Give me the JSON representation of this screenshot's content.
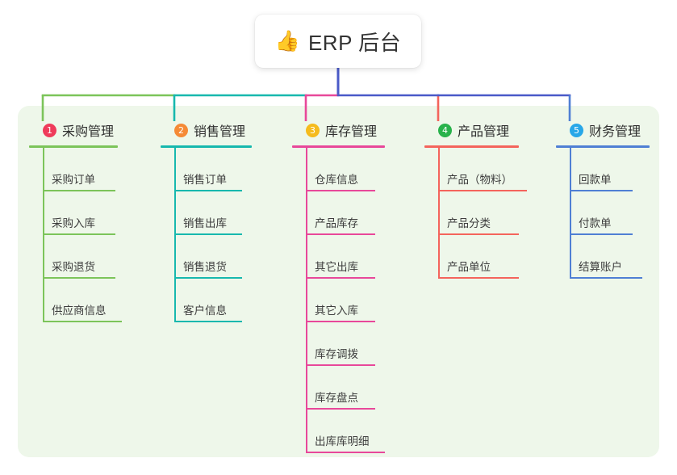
{
  "root": {
    "emoji": "👍",
    "emoji_name": "thumbs-up-emoji",
    "title": "ERP 后台"
  },
  "palette": {
    "page_background": "#ffffff",
    "panel_background": "#eef7ea",
    "root_trunk": "#4a5ac8",
    "column_colors": [
      "#7cc45a",
      "#17b8ae",
      "#e8489a",
      "#f4645c",
      "#4f7fd4"
    ],
    "badge_colors": [
      "#ef3b5b",
      "#f58a36",
      "#f5bb1d",
      "#28b24b",
      "#28a7e8"
    ]
  },
  "columns": [
    {
      "number": "1",
      "title": "采购管理",
      "color": "#7cc45a",
      "badge_color": "#ef3b5b",
      "items": [
        {
          "label": "采购订单"
        },
        {
          "label": "采购入库"
        },
        {
          "label": "采购退货"
        },
        {
          "label": "供应商信息"
        }
      ]
    },
    {
      "number": "2",
      "title": "销售管理",
      "color": "#17b8ae",
      "badge_color": "#f58a36",
      "items": [
        {
          "label": "销售订单"
        },
        {
          "label": "销售出库"
        },
        {
          "label": "销售退货"
        },
        {
          "label": "客户信息"
        }
      ]
    },
    {
      "number": "3",
      "title": "库存管理",
      "color": "#e8489a",
      "badge_color": "#f5bb1d",
      "items": [
        {
          "label": "仓库信息"
        },
        {
          "label": "产品库存"
        },
        {
          "label": "其它出库"
        },
        {
          "label": "其它入库"
        },
        {
          "label": "库存调拨"
        },
        {
          "label": "库存盘点"
        },
        {
          "label": "出库库明细"
        }
      ]
    },
    {
      "number": "4",
      "title": "产品管理",
      "color": "#f4645c",
      "badge_color": "#28b24b",
      "items": [
        {
          "label": "产品（物料）"
        },
        {
          "label": "产品分类"
        },
        {
          "label": "产品单位"
        }
      ]
    },
    {
      "number": "5",
      "title": "财务管理",
      "color": "#4f7fd4",
      "badge_color": "#28a7e8",
      "items": [
        {
          "label": "回款单"
        },
        {
          "label": "付款单"
        },
        {
          "label": "结算账户"
        }
      ]
    }
  ]
}
